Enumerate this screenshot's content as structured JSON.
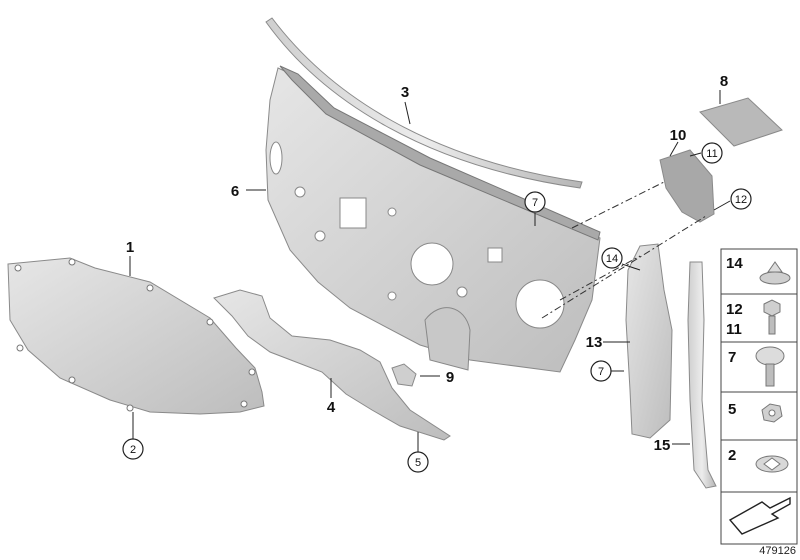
{
  "callouts": [
    {
      "id": "1",
      "circled": false
    },
    {
      "id": "2",
      "circled": true
    },
    {
      "id": "3",
      "circled": false
    },
    {
      "id": "4",
      "circled": false
    },
    {
      "id": "5",
      "circled": true
    },
    {
      "id": "6",
      "circled": false
    },
    {
      "id": "7",
      "circled": true
    },
    {
      "id": "7",
      "circled": true
    },
    {
      "id": "8",
      "circled": false
    },
    {
      "id": "9",
      "circled": false
    },
    {
      "id": "10",
      "circled": false
    },
    {
      "id": "11",
      "circled": true
    },
    {
      "id": "12",
      "circled": true
    },
    {
      "id": "13",
      "circled": false
    },
    {
      "id": "14",
      "circled": true
    },
    {
      "id": "15",
      "circled": false
    }
  ],
  "legend": [
    {
      "labels": [
        "14"
      ],
      "icon": "push-clip-icon"
    },
    {
      "labels": [
        "12",
        "11"
      ],
      "icon": "hex-screw-icon"
    },
    {
      "labels": [
        "7"
      ],
      "icon": "expanding-rivet-icon"
    },
    {
      "labels": [
        "5"
      ],
      "icon": "hex-nut-icon"
    },
    {
      "labels": [
        "2"
      ],
      "icon": "spring-clip-nut-icon"
    }
  ],
  "legend_footer_icon": "orientation-arrow-icon",
  "diagram_id": "479126",
  "colors": {
    "part_fill": "#d9d9d9",
    "part_shade": "#b8b8b8",
    "line": "#222222",
    "legend_border": "#444444"
  }
}
